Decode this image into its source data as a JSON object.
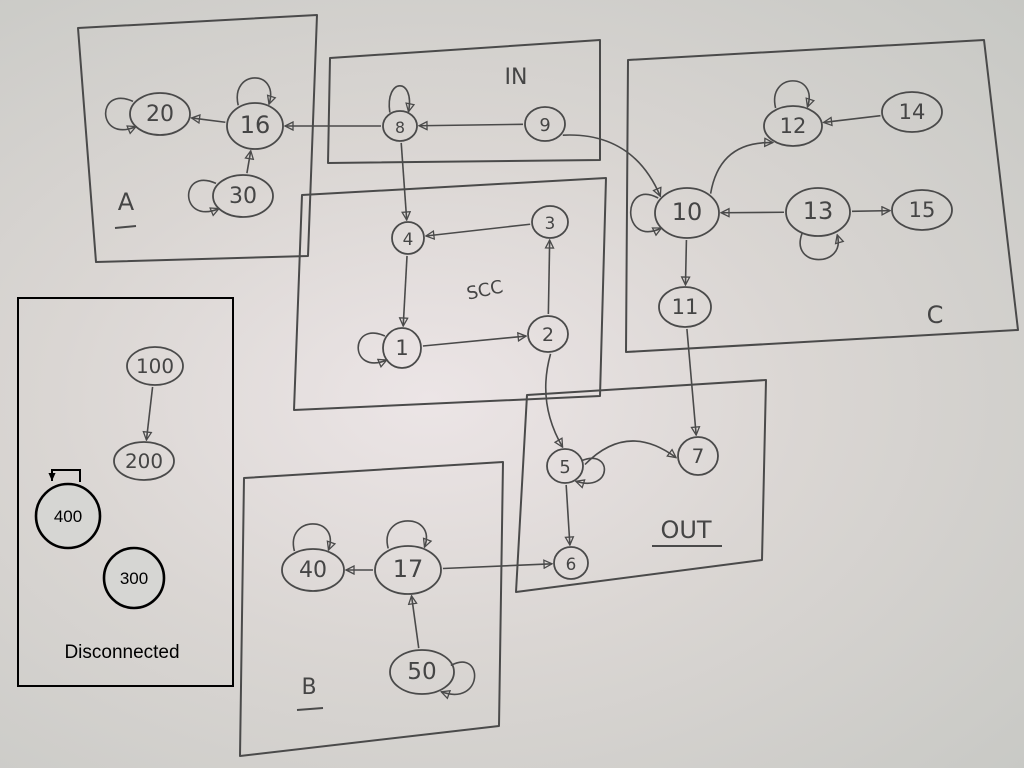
{
  "groups": [
    {
      "id": "A",
      "label": "A"
    },
    {
      "id": "IN",
      "label": "IN"
    },
    {
      "id": "SCC",
      "label": "SCC"
    },
    {
      "id": "C",
      "label": "C"
    },
    {
      "id": "OUT",
      "label": "OUT"
    },
    {
      "id": "B",
      "label": "B"
    },
    {
      "id": "DIS",
      "label": "Disconnected"
    }
  ],
  "nodes": [
    {
      "id": "n20",
      "label": "20",
      "group": "A"
    },
    {
      "id": "n16",
      "label": "16",
      "group": "A"
    },
    {
      "id": "n30",
      "label": "30",
      "group": "A"
    },
    {
      "id": "n8",
      "label": "8",
      "group": "IN"
    },
    {
      "id": "n9",
      "label": "9",
      "group": "IN"
    },
    {
      "id": "n4",
      "label": "4",
      "group": "SCC"
    },
    {
      "id": "n3",
      "label": "3",
      "group": "SCC"
    },
    {
      "id": "n1",
      "label": "1",
      "group": "SCC"
    },
    {
      "id": "n2",
      "label": "2",
      "group": "SCC"
    },
    {
      "id": "n12",
      "label": "12",
      "group": "C"
    },
    {
      "id": "n14",
      "label": "14",
      "group": "C"
    },
    {
      "id": "n10",
      "label": "10",
      "group": "C"
    },
    {
      "id": "n13",
      "label": "13",
      "group": "C"
    },
    {
      "id": "n15",
      "label": "15",
      "group": "C"
    },
    {
      "id": "n11",
      "label": "11",
      "group": "C"
    },
    {
      "id": "n5",
      "label": "5",
      "group": "OUT"
    },
    {
      "id": "n7",
      "label": "7",
      "group": "OUT"
    },
    {
      "id": "n6",
      "label": "6",
      "group": "OUT"
    },
    {
      "id": "n40",
      "label": "40",
      "group": "B"
    },
    {
      "id": "n17",
      "label": "17",
      "group": "B"
    },
    {
      "id": "n50",
      "label": "50",
      "group": "B"
    },
    {
      "id": "n100",
      "label": "100",
      "group": "DIS"
    },
    {
      "id": "n200",
      "label": "200",
      "group": "DIS"
    },
    {
      "id": "n400",
      "label": "400",
      "group": "DIS"
    },
    {
      "id": "n300",
      "label": "300",
      "group": "DIS"
    }
  ],
  "edges": [
    {
      "from": "n16",
      "to": "n20"
    },
    {
      "from": "n30",
      "to": "n16"
    },
    {
      "from": "n8",
      "to": "n16"
    },
    {
      "from": "n9",
      "to": "n8"
    },
    {
      "from": "n9",
      "to": "n10"
    },
    {
      "from": "n8",
      "to": "n4"
    },
    {
      "from": "n3",
      "to": "n4"
    },
    {
      "from": "n4",
      "to": "n1"
    },
    {
      "from": "n1",
      "to": "n2"
    },
    {
      "from": "n2",
      "to": "n3"
    },
    {
      "from": "n2",
      "to": "n5"
    },
    {
      "from": "n10",
      "to": "n12"
    },
    {
      "from": "n14",
      "to": "n12"
    },
    {
      "from": "n13",
      "to": "n10"
    },
    {
      "from": "n13",
      "to": "n15"
    },
    {
      "from": "n10",
      "to": "n11"
    },
    {
      "from": "n11",
      "to": "n7"
    },
    {
      "from": "n5",
      "to": "n7"
    },
    {
      "from": "n5",
      "to": "n6"
    },
    {
      "from": "n17",
      "to": "n6"
    },
    {
      "from": "n17",
      "to": "n40"
    },
    {
      "from": "n50",
      "to": "n17"
    },
    {
      "from": "n100",
      "to": "n200"
    }
  ],
  "self_loops": [
    "n20",
    "n16",
    "n30",
    "n8",
    "n1",
    "n12",
    "n10",
    "n13",
    "n5",
    "n40",
    "n17",
    "n50",
    "n400"
  ],
  "colors": {
    "pencil": "#4a4a4a",
    "ink": "#000000"
  }
}
